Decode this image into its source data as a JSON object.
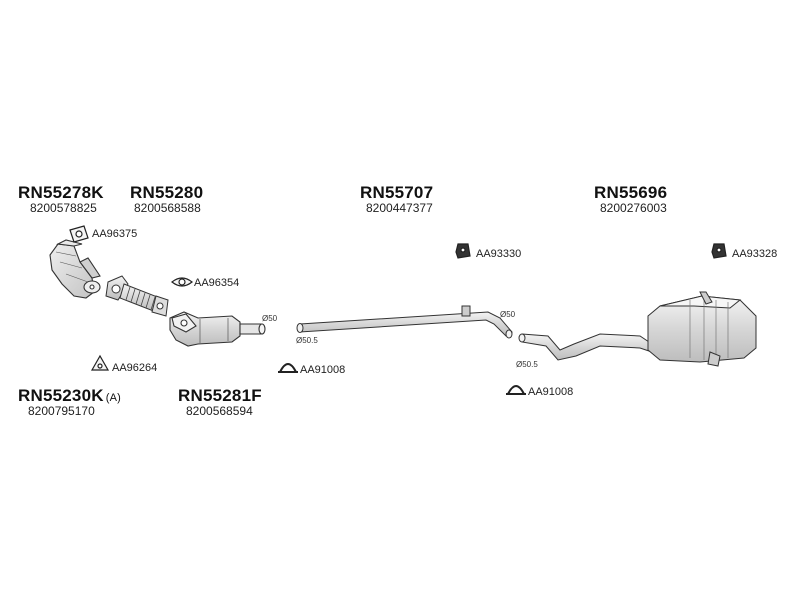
{
  "groups": [
    {
      "part": "RN55278K",
      "oem": "8200578825"
    },
    {
      "part": "RN55280",
      "oem": "8200568588"
    },
    {
      "part": "RN55707",
      "oem": "8200447377"
    },
    {
      "part": "RN55696",
      "oem": "8200276003"
    },
    {
      "part": "RN55230K",
      "suffix": "(A)",
      "oem": "8200795170"
    },
    {
      "part": "RN55281F",
      "oem": "8200568594"
    }
  ],
  "clamps": [
    {
      "label": "AA96375",
      "icon": "gasket-icon"
    },
    {
      "label": "AA96354",
      "icon": "gasket-icon"
    },
    {
      "label": "AA96264",
      "icon": "mount-icon"
    },
    {
      "label": "AA91008",
      "icon": "clamp-icon"
    },
    {
      "label": "AA93330",
      "icon": "rubber-hanger-icon"
    },
    {
      "label": "AA93328",
      "icon": "rubber-hanger-icon"
    },
    {
      "label": "AA91008",
      "icon": "clamp-icon"
    }
  ],
  "diameters": [
    "Ø50",
    "Ø50.5",
    "Ø50",
    "Ø50.5"
  ]
}
